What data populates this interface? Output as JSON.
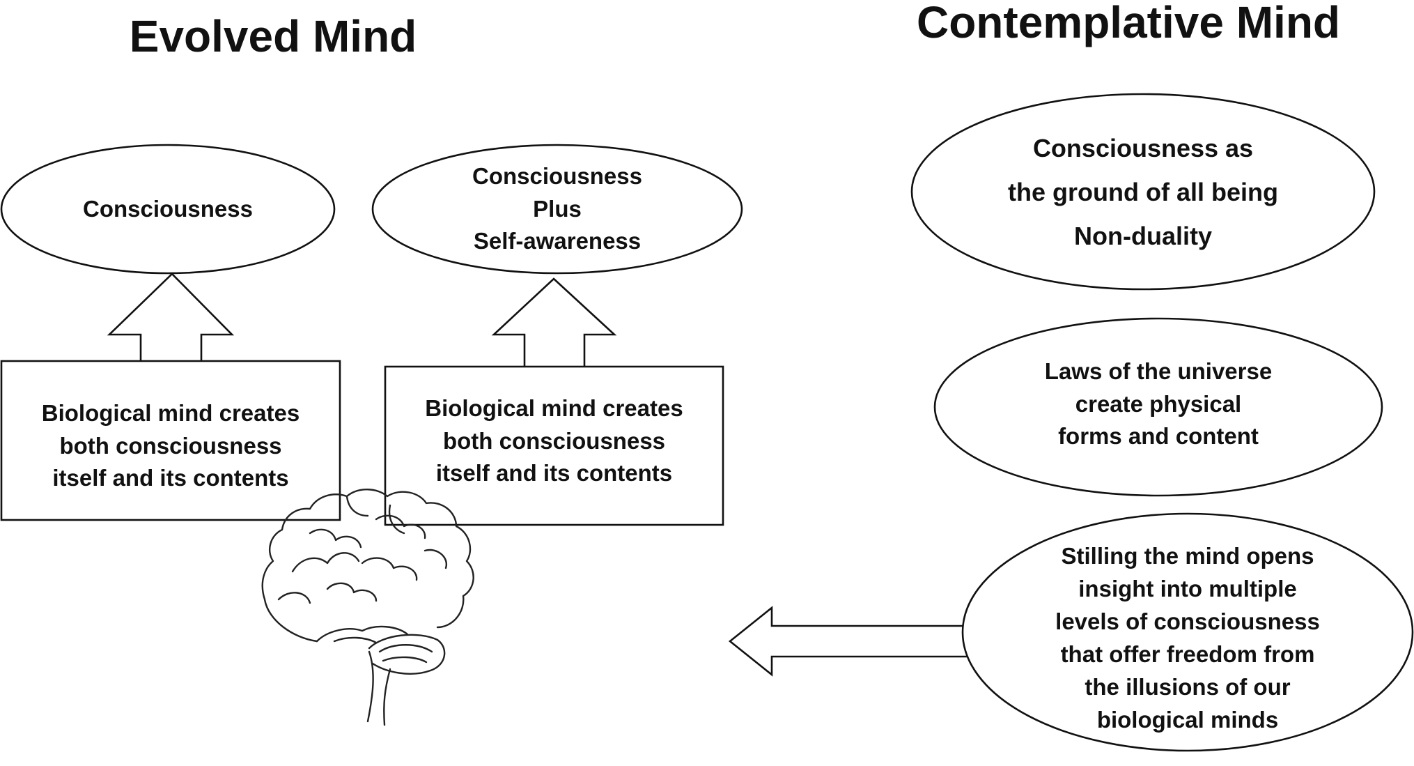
{
  "headings": {
    "evolved_mind": "Evolved Mind",
    "contemplative_mind": "Contemplative Mind"
  },
  "evolved": {
    "ellipse_1": {
      "lines": [
        "Consciousness"
      ]
    },
    "ellipse_2": {
      "lines": [
        "Consciousness",
        "Plus",
        "Self-awareness"
      ]
    },
    "box_1": {
      "lines": [
        "Biological mind creates",
        "both consciousness",
        "itself and its contents"
      ]
    },
    "box_2": {
      "lines": [
        "Biological mind creates",
        "both consciousness",
        "itself and its contents"
      ]
    }
  },
  "contemplative": {
    "ellipse_ground": {
      "lines": [
        "Consciousness as",
        "the ground of all being",
        "Non-duality"
      ]
    },
    "ellipse_laws": {
      "lines": [
        "Laws of the universe",
        "create physical",
        "forms and content"
      ]
    },
    "ellipse_stilling": {
      "lines": [
        "Stilling the mind opens",
        "insight into multiple",
        "levels of consciousness",
        "that offer freedom from",
        "the illusions of our",
        "biological minds"
      ]
    }
  },
  "icons": {
    "brain": "brain-icon",
    "arrow_up": "up-arrow-icon",
    "arrow_left": "left-arrow-icon"
  },
  "colors": {
    "stroke": "#111111",
    "fill": "#ffffff",
    "text": "#111111"
  }
}
